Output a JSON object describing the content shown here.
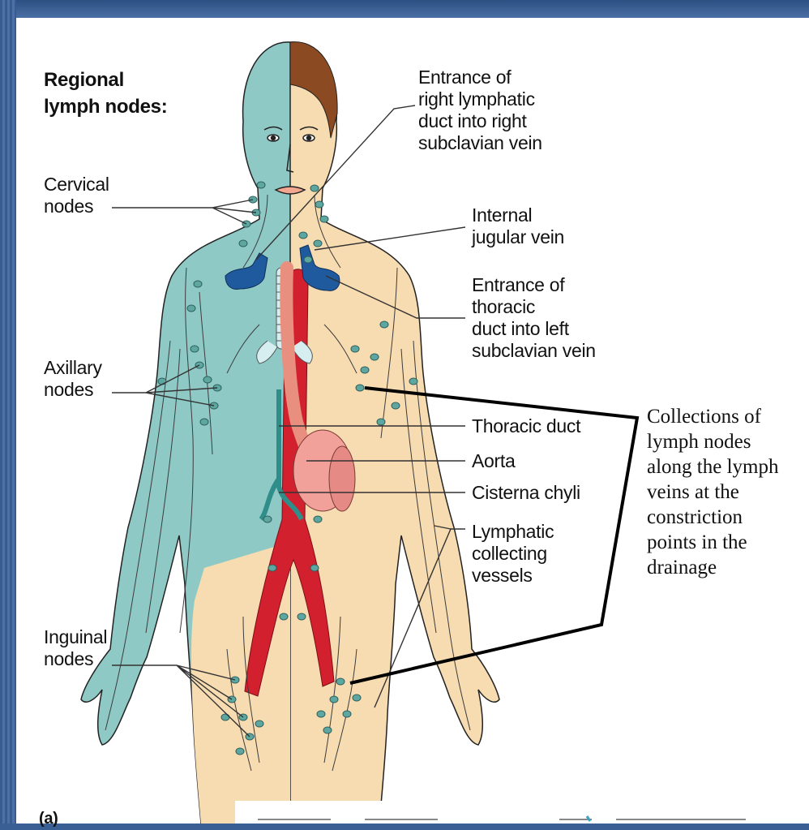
{
  "diagram": {
    "heading": "Regional\nlymph nodes:",
    "left_labels": {
      "cervical": "Cervical\nnodes",
      "axillary": "Axillary\nnodes",
      "inguinal": "Inguinal\nnodes"
    },
    "right_labels": {
      "right_lymphatic": "Entrance of\nright lymphatic\nduct into right\nsubclavian vein",
      "jugular": "Internal\njugular vein",
      "thoracic_entrance": "Entrance of\nthoracic\nduct into left\nsubclavian vein",
      "thoracic_duct": "Thoracic duct",
      "aorta": "Aorta",
      "cisterna": "Cisterna chyli",
      "collecting": "Lymphatic\ncollecting\nvessels"
    },
    "annotation": "Collections of\nlymph nodes\nalong the lymph\nveins at the\nconstriction\npoints in the\ndrainage",
    "panel_letter": "(a)",
    "colors": {
      "lymph_side": "#8fc9c6",
      "skin": "#f7dbb1",
      "hair": "#8b4a22",
      "vein": "#1f5a9e",
      "aorta": "#d3202e",
      "node": "#5ea7a1",
      "duct": "#e98f7f"
    }
  }
}
